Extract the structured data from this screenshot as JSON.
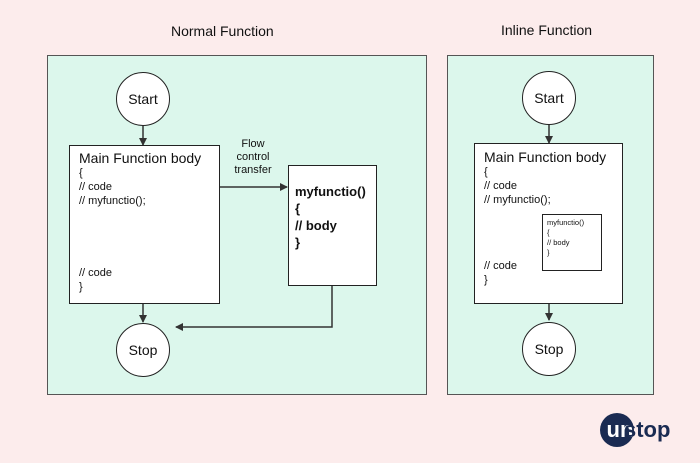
{
  "normal": {
    "heading": "Normal Function",
    "start": "Start",
    "stop": "Stop",
    "main_box": {
      "title": "Main Function body",
      "lines": [
        "{",
        "// code",
        "// myfunctio();",
        "// code",
        "}"
      ]
    },
    "flow_label": [
      "Flow",
      "control",
      "transfer"
    ],
    "func_box": {
      "lines": [
        "myfunctio()",
        "{",
        "// body",
        "}"
      ]
    }
  },
  "inline": {
    "heading": "Inline Function",
    "start": "Start",
    "stop": "Stop",
    "main_box": {
      "title": "Main Function body",
      "lines": [
        "{",
        "// code",
        "// myfunctio();",
        "// code",
        "}"
      ]
    },
    "mini_box": {
      "lines": [
        "myfunctio()",
        "{",
        "// body",
        "}"
      ]
    }
  },
  "logo": {
    "first": "un",
    "rest": "stop",
    "color": "#1a2b52"
  },
  "colors": {
    "background": "#fcecec",
    "panel": "#dcf7ec"
  }
}
